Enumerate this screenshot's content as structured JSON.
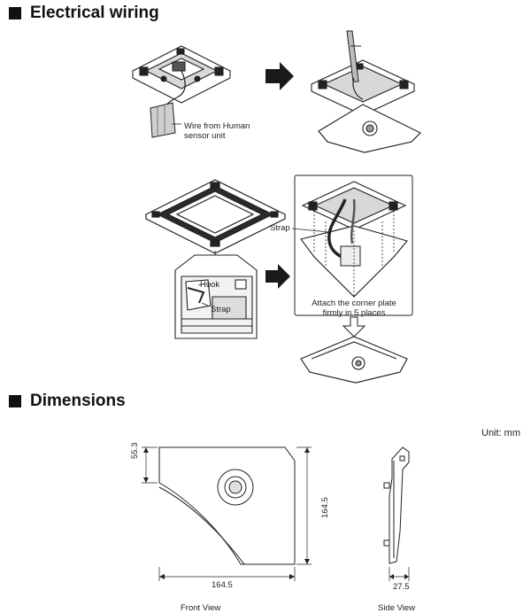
{
  "sections": {
    "wiring_title": "Electrical wiring",
    "dimensions_title": "Dimensions"
  },
  "wiring": {
    "wire_label_line1": "Wire from Human",
    "wire_label_line2": "sensor unit",
    "strap_label_top": "Strap",
    "hook_label": "Hook",
    "strap_label_inset": "Strap",
    "attach_line1": "Attach the corner plate",
    "attach_line2": "firmly in 5 places"
  },
  "dimensions": {
    "unit": "Unit: mm",
    "height_left": "55.3",
    "height_right": "164.5",
    "width_bottom": "164.5",
    "side_width": "27.5",
    "front_view_label": "Front View",
    "side_view_label": "Side View"
  },
  "colors": {
    "line": "#222222",
    "dark": "#1a1a1a",
    "arrow": "#1a1a1a",
    "fill_light": "#ffffff",
    "fill_gray": "#e6e6e6"
  },
  "icons": {
    "section_marker": "black-square-icon",
    "next_step_arrow": "right-arrow-icon",
    "down_arrow": "down-arrow-icon"
  }
}
